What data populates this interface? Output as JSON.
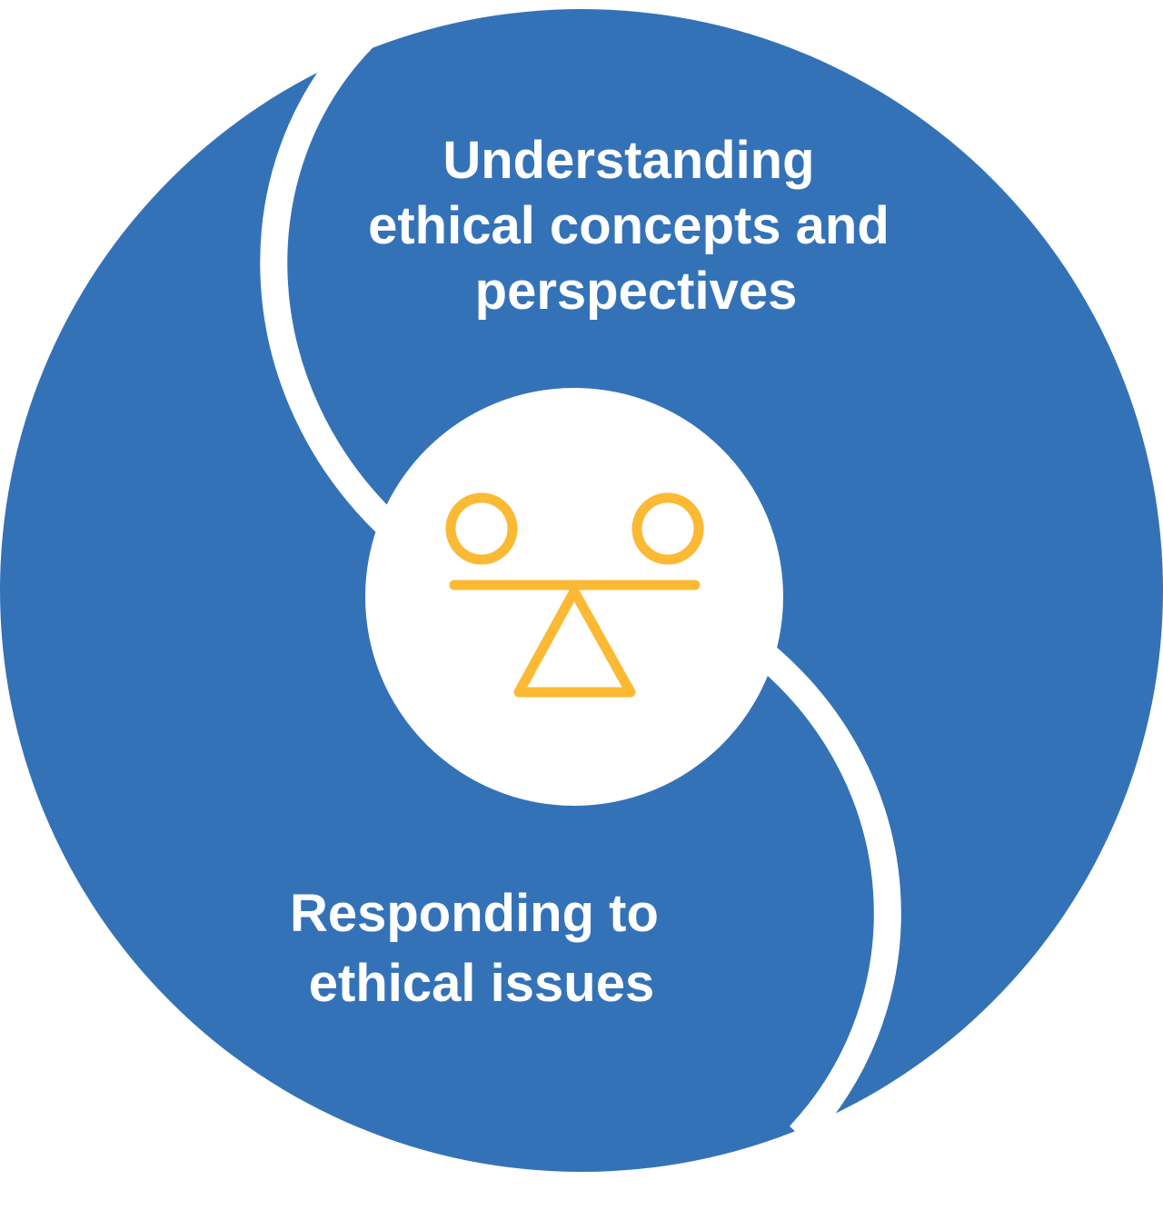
{
  "colors": {
    "segment_fill": "#3472b8",
    "divider": "#ffffff",
    "center_fill": "#ffffff",
    "icon_stroke": "#fbb934",
    "label_text": "#ffffff"
  },
  "center": {
    "icon": "balance-scale-icon"
  },
  "segments": [
    {
      "label_lines": [
        "Understanding",
        "ethical concepts and",
        "perspectives"
      ]
    },
    {
      "label_lines": [
        "Responding to",
        "ethical issues"
      ]
    }
  ]
}
